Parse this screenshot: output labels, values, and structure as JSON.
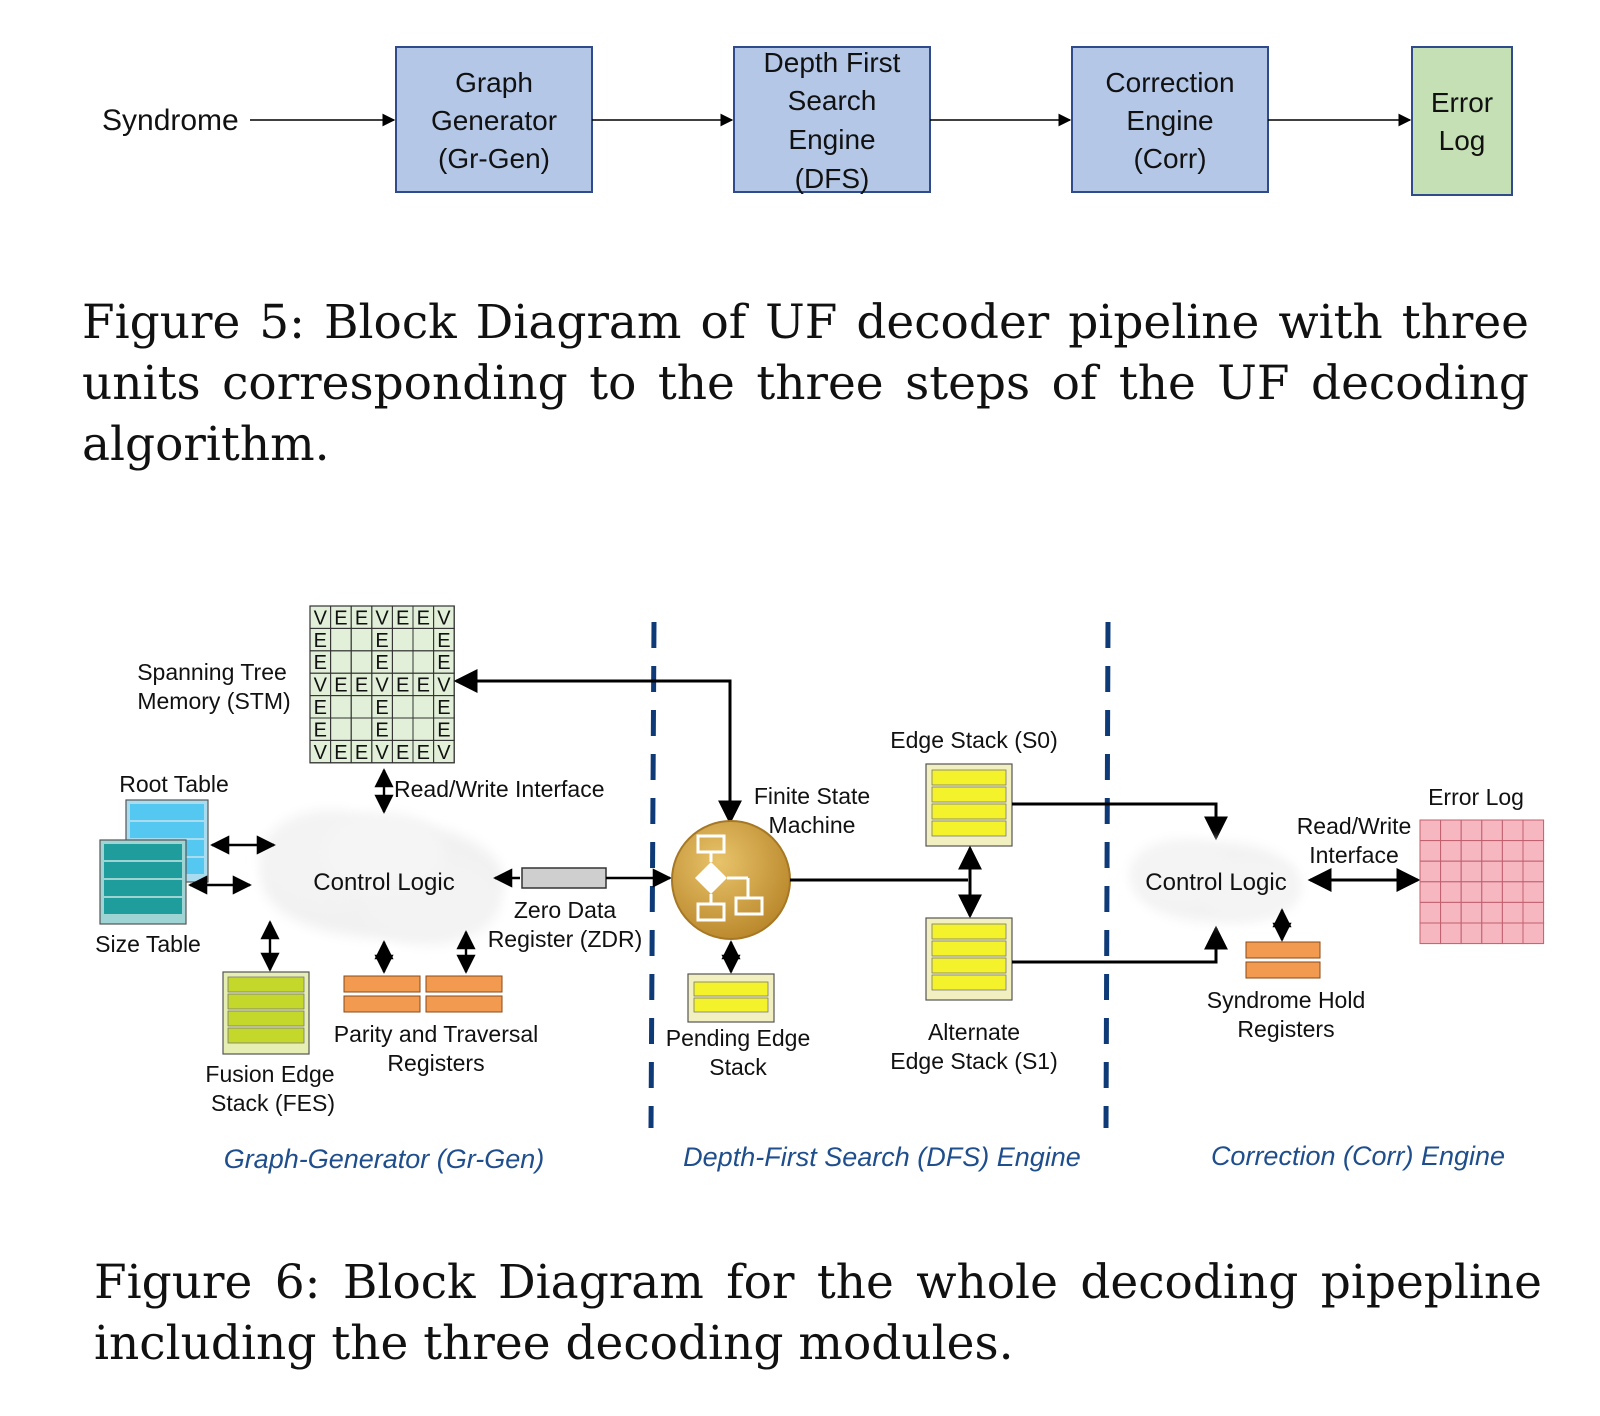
{
  "figure5": {
    "input_label": "Syndrome",
    "blocks": [
      {
        "lines": [
          "Graph",
          "Generator",
          "(Gr-Gen)"
        ],
        "fill": "#b4c7e7",
        "stroke": "#2f4b8a"
      },
      {
        "lines": [
          "Depth First",
          "Search",
          "Engine",
          "(DFS)"
        ],
        "fill": "#b4c7e7",
        "stroke": "#2f4b8a"
      },
      {
        "lines": [
          "Correction",
          "Engine",
          "(Corr)"
        ],
        "fill": "#b4c7e7",
        "stroke": "#2f4b8a"
      },
      {
        "lines": [
          "Error",
          "Log"
        ],
        "fill": "#c5e0b4",
        "stroke": "#2f4b8a"
      }
    ],
    "caption": "Figure 5: Block Diagram of UF decoder pipeline with three units corresponding to the three steps of the UF decoding algorithm."
  },
  "figure6": {
    "stm": {
      "label_lines": [
        "Spanning Tree",
        "Memory (STM)"
      ],
      "grid": [
        [
          "V",
          "E",
          "E",
          "V",
          "E",
          "E",
          "V"
        ],
        [
          "E",
          "",
          "",
          "E",
          "",
          "",
          "E"
        ],
        [
          "E",
          "",
          "",
          "E",
          "",
          "",
          "E"
        ],
        [
          "V",
          "E",
          "E",
          "V",
          "E",
          "E",
          "V"
        ],
        [
          "E",
          "",
          "",
          "E",
          "",
          "",
          "E"
        ],
        [
          "E",
          "",
          "",
          "E",
          "",
          "",
          "E"
        ],
        [
          "V",
          "E",
          "E",
          "V",
          "E",
          "E",
          "V"
        ]
      ]
    },
    "gen": {
      "rw_interface": "Read/Write Interface",
      "control_logic": "Control Logic",
      "root_table": "Root Table",
      "size_table": "Size Table",
      "fusion_lines": [
        "Fusion Edge",
        "Stack (FES)"
      ],
      "parity_lines": [
        "Parity and Traversal",
        "Registers"
      ],
      "zdr_lines": [
        "Zero Data",
        "Register (ZDR)"
      ],
      "section_label": "Graph-Generator (Gr-Gen)"
    },
    "dfs": {
      "fsm_lines": [
        "Finite State",
        "Machine"
      ],
      "pending_lines": [
        "Pending Edge",
        "Stack"
      ],
      "s0_label": "Edge Stack (S0)",
      "s1_lines": [
        "Alternate",
        "Edge Stack (S1)"
      ],
      "section_label": "Depth-First Search (DFS) Engine"
    },
    "corr": {
      "control_logic": "Control Logic",
      "rw_lines": [
        "Read/Write",
        "Interface"
      ],
      "error_log": "Error Log",
      "syndrome_lines": [
        "Syndrome Hold",
        "Registers"
      ],
      "section_label": "Correction (Corr) Engine"
    },
    "colors": {
      "blue_table": "#54c8f0",
      "teal_table": "#1f9c9c",
      "yellow_green": "#c4d82c",
      "yellow": "#f4f22a",
      "orange": "#f29a50",
      "pink": "#f6b7c0",
      "fsm_gold": "#d4a23c",
      "divider": "#0f3a78",
      "section_text": "#1f4e8c"
    },
    "caption": "Figure 6: Block Diagram for the whole decoding pipepline including the three decoding modules."
  }
}
